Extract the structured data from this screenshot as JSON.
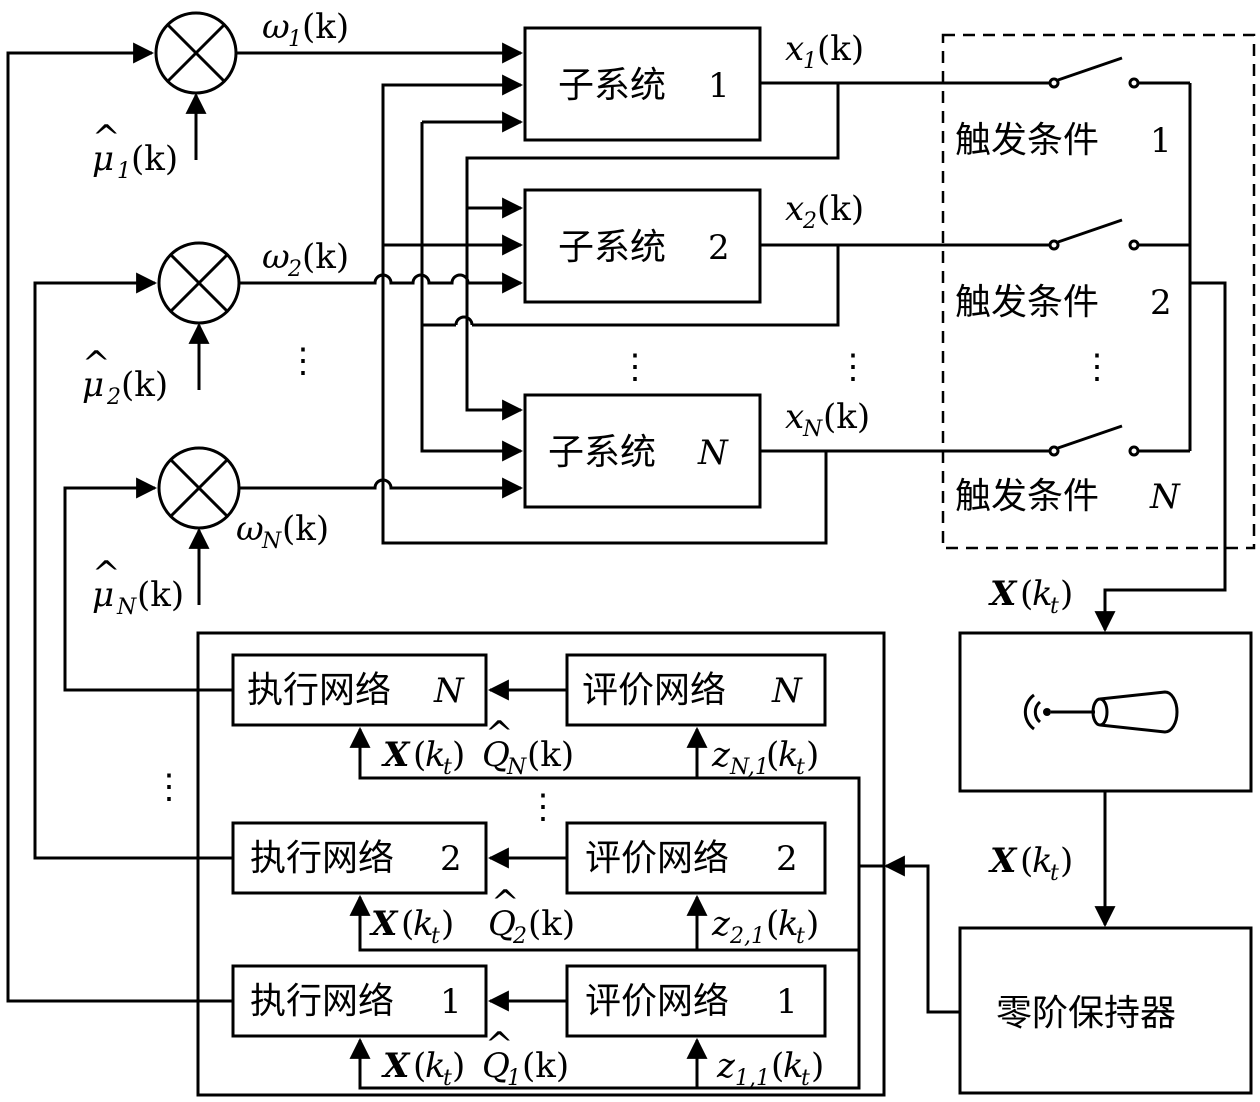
{
  "subsystems": {
    "s1": {
      "label": "子系统",
      "index": "1"
    },
    "s2": {
      "label": "子系统",
      "index": "2"
    },
    "sN": {
      "label": "子系统",
      "index": "N"
    }
  },
  "triggers": {
    "t1": {
      "label": "触发条件",
      "index": "1"
    },
    "t2": {
      "label": "触发条件",
      "index": "2"
    },
    "tN": {
      "label": "触发条件",
      "index": "N"
    }
  },
  "actors": {
    "a1": {
      "label": "执行网络",
      "index": "1"
    },
    "a2": {
      "label": "执行网络",
      "index": "2"
    },
    "aN": {
      "label": "执行网络",
      "index": "N"
    }
  },
  "critics": {
    "c1": {
      "label": "评价网络",
      "index": "1"
    },
    "c2": {
      "label": "评价网络",
      "index": "2"
    },
    "cN": {
      "label": "评价网络",
      "index": "N"
    }
  },
  "zoh": {
    "label": "零阶保持器"
  },
  "symbols": {
    "omega": "ω",
    "mu": "μ",
    "hat": "^",
    "x": "x",
    "k": "k",
    "paren_k": "(k)",
    "X": "X",
    "kt": "k",
    "t": "t",
    "Q": "Q",
    "z": "z",
    "i1": "1",
    "i2": "2",
    "iN": "N",
    "i11": "1,1",
    "i21": "2,1",
    "iN1": "N,1",
    "vdots": "⋮"
  }
}
